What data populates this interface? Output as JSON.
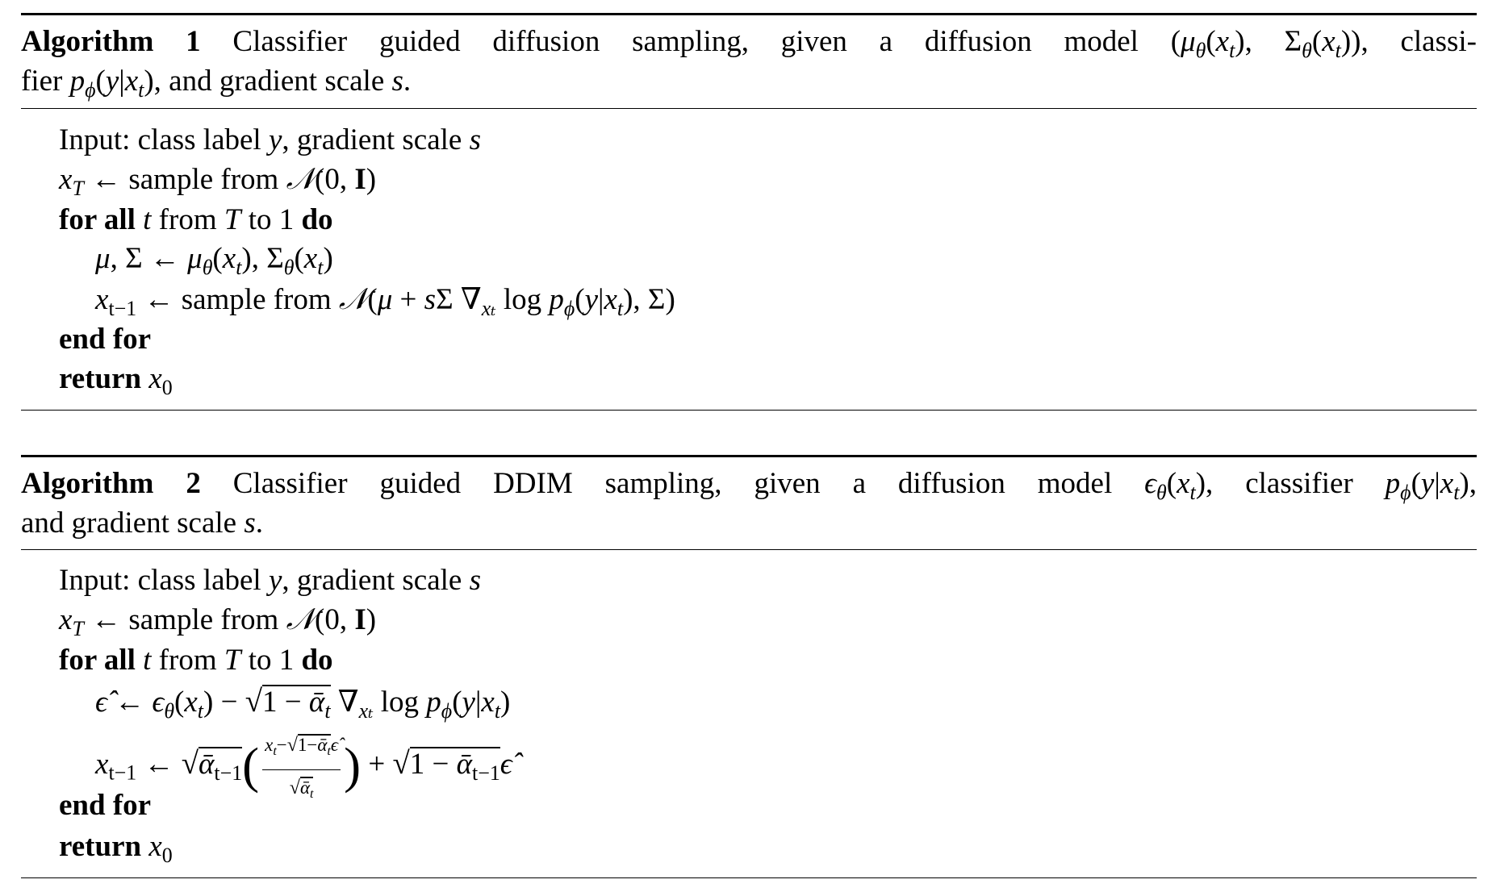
{
  "algorithms": [
    {
      "caption": [
        [
          {
            "k": "b",
            "t": "Algorithm 1"
          },
          {
            "k": "r",
            "t": " Classifier guided diffusion sampling, given a diffusion model ("
          },
          {
            "k": "i",
            "t": "μ"
          },
          {
            "k": "sub",
            "t": "θ"
          },
          {
            "k": "r",
            "t": "("
          },
          {
            "k": "i",
            "t": "x"
          },
          {
            "k": "sub",
            "t": "t"
          },
          {
            "k": "r",
            "t": "), Σ"
          },
          {
            "k": "sub",
            "t": "θ"
          },
          {
            "k": "r",
            "t": "("
          },
          {
            "k": "i",
            "t": "x"
          },
          {
            "k": "sub",
            "t": "t"
          },
          {
            "k": "r",
            "t": ")), classi-"
          }
        ],
        [
          {
            "k": "r",
            "t": "fier "
          },
          {
            "k": "i",
            "t": "p"
          },
          {
            "k": "sub",
            "t": "ϕ"
          },
          {
            "k": "r",
            "t": "("
          },
          {
            "k": "i",
            "t": "y"
          },
          {
            "k": "r",
            "t": "|"
          },
          {
            "k": "i",
            "t": "x"
          },
          {
            "k": "sub",
            "t": "t"
          },
          {
            "k": "r",
            "t": "), and gradient scale "
          },
          {
            "k": "i",
            "t": "s"
          },
          {
            "k": "r",
            "t": "."
          }
        ]
      ],
      "lines": [
        {
          "indent": 1,
          "segs": [
            {
              "k": "r",
              "t": "Input: class label "
            },
            {
              "k": "i",
              "t": "y"
            },
            {
              "k": "r",
              "t": ", gradient scale "
            },
            {
              "k": "i",
              "t": "s"
            }
          ]
        },
        {
          "indent": 1,
          "segs": [
            {
              "k": "i",
              "t": "x"
            },
            {
              "k": "sub",
              "t": "T"
            },
            {
              "k": "r",
              "t": " ← sample from "
            },
            {
              "k": "i",
              "t": "𝒩"
            },
            {
              "k": "r",
              "t": "(0, "
            },
            {
              "k": "b",
              "t": "I"
            },
            {
              "k": "r",
              "t": ")"
            }
          ]
        },
        {
          "indent": 1,
          "segs": [
            {
              "k": "b",
              "t": "for all"
            },
            {
              "k": "r",
              "t": " "
            },
            {
              "k": "i",
              "t": "t"
            },
            {
              "k": "r",
              "t": " from "
            },
            {
              "k": "i",
              "t": "T"
            },
            {
              "k": "r",
              "t": " to 1 "
            },
            {
              "k": "b",
              "t": "do"
            }
          ]
        },
        {
          "indent": 2,
          "segs": [
            {
              "k": "i",
              "t": "μ"
            },
            {
              "k": "r",
              "t": ", Σ ← "
            },
            {
              "k": "i",
              "t": "μ"
            },
            {
              "k": "sub",
              "t": "θ"
            },
            {
              "k": "r",
              "t": "("
            },
            {
              "k": "i",
              "t": "x"
            },
            {
              "k": "sub",
              "t": "t"
            },
            {
              "k": "r",
              "t": "), Σ"
            },
            {
              "k": "sub",
              "t": "θ"
            },
            {
              "k": "r",
              "t": "("
            },
            {
              "k": "i",
              "t": "x"
            },
            {
              "k": "sub",
              "t": "t"
            },
            {
              "k": "r",
              "t": ")"
            }
          ]
        },
        {
          "indent": 2,
          "segs": [
            {
              "k": "i",
              "t": "x"
            },
            {
              "k": "subr",
              "t": "t−1"
            },
            {
              "k": "r",
              "t": " ← sample from "
            },
            {
              "k": "i",
              "t": "𝒩"
            },
            {
              "k": "r",
              "t": "("
            },
            {
              "k": "i",
              "t": "μ"
            },
            {
              "k": "r",
              "t": " + "
            },
            {
              "k": "i",
              "t": "s"
            },
            {
              "k": "r",
              "t": "Σ ∇"
            },
            {
              "k": "sub",
              "t": "xₜ"
            },
            {
              "k": "r",
              "t": " log "
            },
            {
              "k": "i",
              "t": "p"
            },
            {
              "k": "sub",
              "t": "ϕ"
            },
            {
              "k": "r",
              "t": "("
            },
            {
              "k": "i",
              "t": "y"
            },
            {
              "k": "r",
              "t": "|"
            },
            {
              "k": "i",
              "t": "x"
            },
            {
              "k": "sub",
              "t": "t"
            },
            {
              "k": "r",
              "t": "), Σ)"
            }
          ]
        },
        {
          "indent": 1,
          "segs": [
            {
              "k": "b",
              "t": "end for"
            }
          ]
        },
        {
          "indent": 1,
          "segs": [
            {
              "k": "b",
              "t": "return"
            },
            {
              "k": "r",
              "t": "  "
            },
            {
              "k": "i",
              "t": "x"
            },
            {
              "k": "subr",
              "t": "0"
            }
          ]
        }
      ]
    },
    {
      "caption": [
        [
          {
            "k": "b",
            "t": "Algorithm 2"
          },
          {
            "k": "r",
            "t": " Classifier guided DDIM sampling, given a diffusion model "
          },
          {
            "k": "i",
            "t": "ϵ"
          },
          {
            "k": "sub",
            "t": "θ"
          },
          {
            "k": "r",
            "t": "("
          },
          {
            "k": "i",
            "t": "x"
          },
          {
            "k": "sub",
            "t": "t"
          },
          {
            "k": "r",
            "t": "), classifier "
          },
          {
            "k": "i",
            "t": "p"
          },
          {
            "k": "sub",
            "t": "ϕ"
          },
          {
            "k": "r",
            "t": "("
          },
          {
            "k": "i",
            "t": "y"
          },
          {
            "k": "r",
            "t": "|"
          },
          {
            "k": "i",
            "t": "x"
          },
          {
            "k": "sub",
            "t": "t"
          },
          {
            "k": "r",
            "t": "),"
          }
        ],
        [
          {
            "k": "r",
            "t": "and gradient scale "
          },
          {
            "k": "i",
            "t": "s"
          },
          {
            "k": "r",
            "t": "."
          }
        ]
      ],
      "lines": [
        {
          "indent": 1,
          "segs": [
            {
              "k": "r",
              "t": "Input: class label "
            },
            {
              "k": "i",
              "t": "y"
            },
            {
              "k": "r",
              "t": ", gradient scale "
            },
            {
              "k": "i",
              "t": "s"
            }
          ]
        },
        {
          "indent": 1,
          "segs": [
            {
              "k": "i",
              "t": "x"
            },
            {
              "k": "sub",
              "t": "T"
            },
            {
              "k": "r",
              "t": " ← sample from "
            },
            {
              "k": "i",
              "t": "𝒩"
            },
            {
              "k": "r",
              "t": "(0, "
            },
            {
              "k": "b",
              "t": "I"
            },
            {
              "k": "r",
              "t": ")"
            }
          ]
        },
        {
          "indent": 1,
          "segs": [
            {
              "k": "b",
              "t": "for all"
            },
            {
              "k": "r",
              "t": " "
            },
            {
              "k": "i",
              "t": "t"
            },
            {
              "k": "r",
              "t": " from "
            },
            {
              "k": "i",
              "t": "T"
            },
            {
              "k": "r",
              "t": " to 1 "
            },
            {
              "k": "b",
              "t": "do"
            }
          ]
        },
        {
          "indent": 2,
          "segs": [
            {
              "k": "i",
              "t": "ϵ̂"
            },
            {
              "k": "r",
              "t": " ← "
            },
            {
              "k": "i",
              "t": "ϵ"
            },
            {
              "k": "sub",
              "t": "θ"
            },
            {
              "k": "r",
              "t": "("
            },
            {
              "k": "i",
              "t": "x"
            },
            {
              "k": "sub",
              "t": "t"
            },
            {
              "k": "r",
              "t": ") − "
            },
            {
              "k": "sqrt",
              "c": [
                {
                  "k": "r",
                  "t": "1 − "
                },
                {
                  "k": "i",
                  "t": "ᾱ"
                },
                {
                  "k": "sub",
                  "t": "t"
                }
              ]
            },
            {
              "k": "r",
              "t": " ∇"
            },
            {
              "k": "sub",
              "t": "xₜ"
            },
            {
              "k": "r",
              "t": " log "
            },
            {
              "k": "i",
              "t": "p"
            },
            {
              "k": "sub",
              "t": "ϕ"
            },
            {
              "k": "r",
              "t": "("
            },
            {
              "k": "i",
              "t": "y"
            },
            {
              "k": "r",
              "t": "|"
            },
            {
              "k": "i",
              "t": "x"
            },
            {
              "k": "sub",
              "t": "t"
            },
            {
              "k": "r",
              "t": ")"
            }
          ]
        },
        {
          "indent": 2,
          "segs": [
            {
              "k": "i",
              "t": "x"
            },
            {
              "k": "subr",
              "t": "t−1"
            },
            {
              "k": "r",
              "t": " ← "
            },
            {
              "k": "sqrt",
              "c": [
                {
                  "k": "i",
                  "t": "ᾱ"
                },
                {
                  "k": "subr",
                  "t": "t−1"
                }
              ]
            },
            {
              "k": "big",
              "t": "("
            },
            {
              "k": "frac",
              "num": [
                {
                  "k": "i",
                  "t": "x"
                },
                {
                  "k": "sub",
                  "t": "t"
                },
                {
                  "k": "r",
                  "t": "−"
                },
                {
                  "k": "sqrt",
                  "c": [
                    {
                      "k": "r",
                      "t": "1−"
                    },
                    {
                      "k": "i",
                      "t": "ᾱ"
                    },
                    {
                      "k": "sub",
                      "t": "t"
                    }
                  ]
                },
                {
                  "k": "i",
                  "t": "ϵ̂"
                }
              ],
              "den": [
                {
                  "k": "sqrt",
                  "c": [
                    {
                      "k": "i",
                      "t": "ᾱ"
                    },
                    {
                      "k": "sub",
                      "t": "t"
                    }
                  ]
                }
              ]
            },
            {
              "k": "big",
              "t": ")"
            },
            {
              "k": "r",
              "t": " + "
            },
            {
              "k": "sqrt",
              "c": [
                {
                  "k": "r",
                  "t": "1 − "
                },
                {
                  "k": "i",
                  "t": "ᾱ"
                },
                {
                  "k": "subr",
                  "t": "t−1"
                }
              ]
            },
            {
              "k": "i",
              "t": "ϵ̂"
            }
          ]
        },
        {
          "indent": 1,
          "segs": [
            {
              "k": "b",
              "t": "end for"
            }
          ]
        },
        {
          "indent": 1,
          "segs": [
            {
              "k": "b",
              "t": "return"
            },
            {
              "k": "r",
              "t": "  "
            },
            {
              "k": "i",
              "t": "x"
            },
            {
              "k": "subr",
              "t": "0"
            }
          ]
        }
      ]
    }
  ]
}
